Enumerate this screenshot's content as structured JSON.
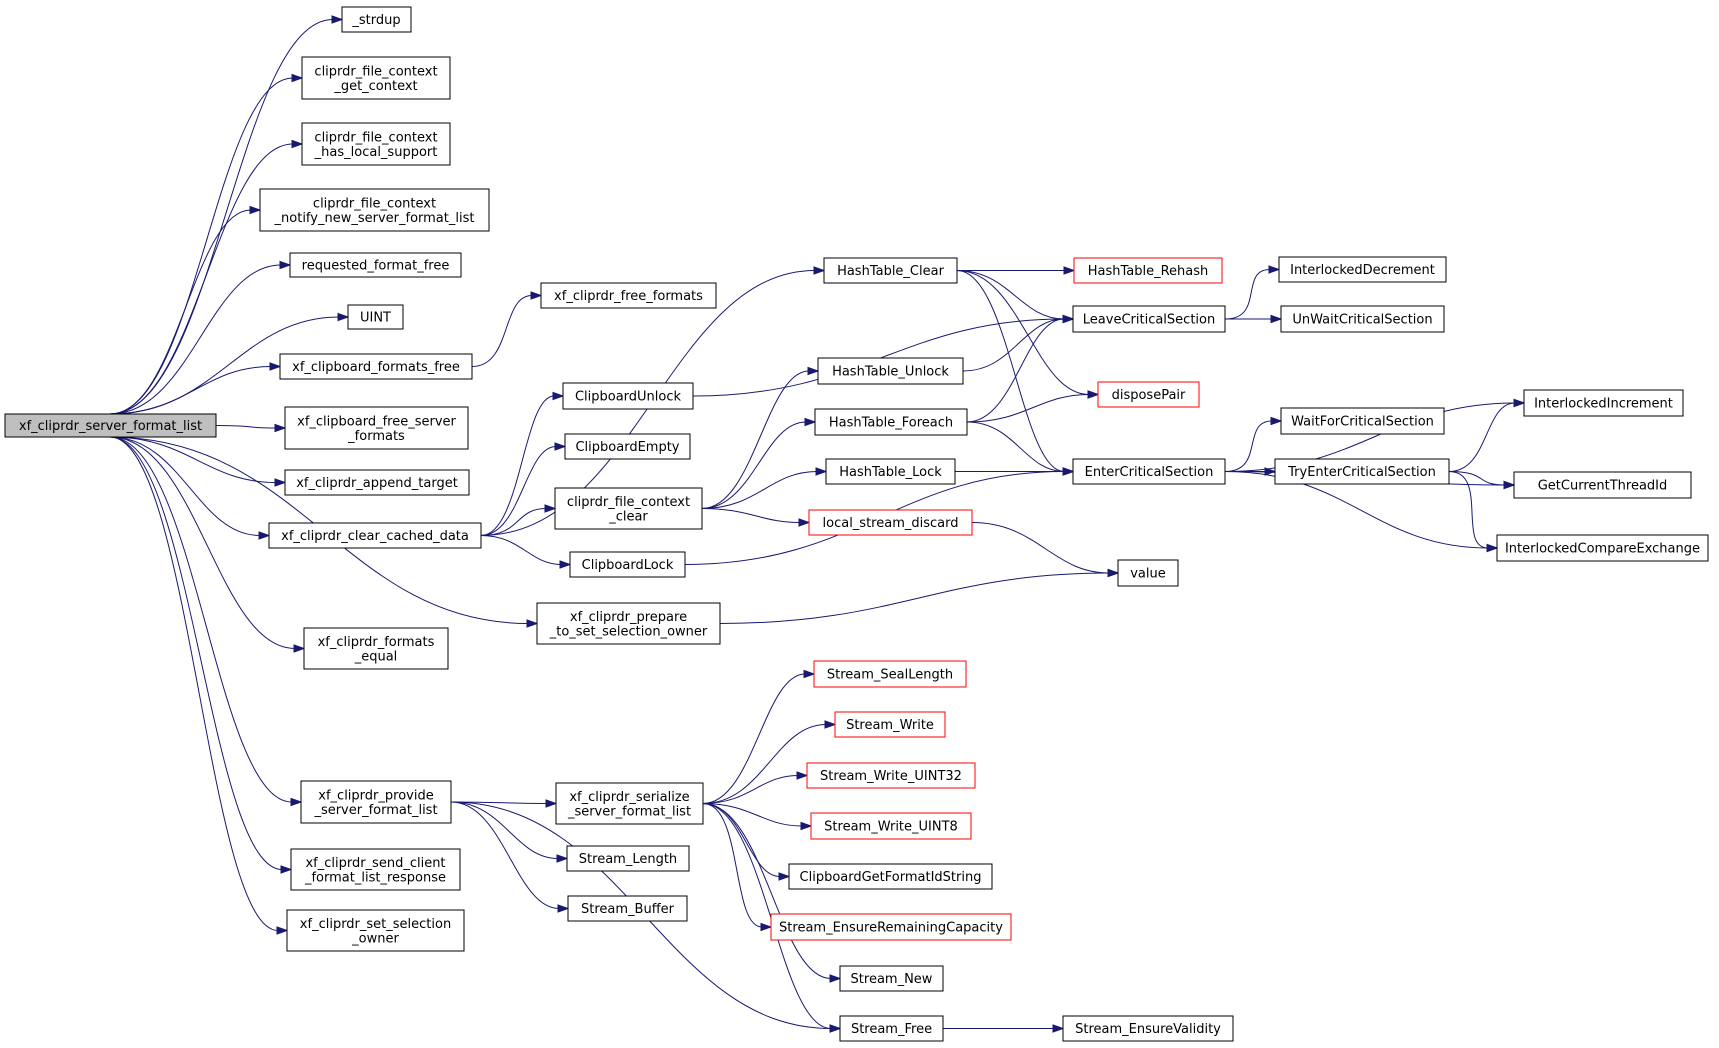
{
  "graph": {
    "edge_color": "#191970",
    "root_fill": "#bfbfbf",
    "truncated_border_color": "#ff0000",
    "nodes": [
      {
        "id": "root",
        "lines": [
          "xf_cliprdr_server_format_list"
        ],
        "style": "root"
      },
      {
        "id": "strdup",
        "lines": [
          "_strdup"
        ],
        "style": "normal"
      },
      {
        "id": "fc_get",
        "lines": [
          "cliprdr_file_context",
          "_get_context"
        ],
        "style": "normal"
      },
      {
        "id": "fc_has",
        "lines": [
          "cliprdr_file_context",
          "_has_local_support"
        ],
        "style": "normal"
      },
      {
        "id": "fc_notify",
        "lines": [
          "cliprdr_file_context",
          "_notify_new_server_format_list"
        ],
        "style": "normal"
      },
      {
        "id": "req_free",
        "lines": [
          "requested_format_free"
        ],
        "style": "normal"
      },
      {
        "id": "uint",
        "lines": [
          "UINT"
        ],
        "style": "normal"
      },
      {
        "id": "cb_formats_free",
        "lines": [
          "xf_clipboard_formats_free"
        ],
        "style": "normal"
      },
      {
        "id": "cb_free_server",
        "lines": [
          "xf_clipboard_free_server",
          "_formats"
        ],
        "style": "normal"
      },
      {
        "id": "append_target",
        "lines": [
          "xf_cliprdr_append_target"
        ],
        "style": "normal"
      },
      {
        "id": "clear_cached",
        "lines": [
          "xf_cliprdr_clear_cached_data"
        ],
        "style": "normal"
      },
      {
        "id": "formats_equal",
        "lines": [
          "xf_cliprdr_formats",
          "_equal"
        ],
        "style": "normal"
      },
      {
        "id": "provide",
        "lines": [
          "xf_cliprdr_provide",
          "_server_format_list"
        ],
        "style": "normal"
      },
      {
        "id": "send_resp",
        "lines": [
          "xf_cliprdr_send_client",
          "_format_list_response"
        ],
        "style": "normal"
      },
      {
        "id": "set_owner",
        "lines": [
          "xf_cliprdr_set_selection",
          "_owner"
        ],
        "style": "normal"
      },
      {
        "id": "free_formats",
        "lines": [
          "xf_cliprdr_free_formats"
        ],
        "style": "normal"
      },
      {
        "id": "cb_unlock",
        "lines": [
          "ClipboardUnlock"
        ],
        "style": "normal"
      },
      {
        "id": "cb_empty",
        "lines": [
          "ClipboardEmpty"
        ],
        "style": "normal"
      },
      {
        "id": "fc_clear",
        "lines": [
          "cliprdr_file_context",
          "_clear"
        ],
        "style": "normal"
      },
      {
        "id": "cb_lock",
        "lines": [
          "ClipboardLock"
        ],
        "style": "normal"
      },
      {
        "id": "prepare",
        "lines": [
          "xf_cliprdr_prepare",
          "_to_set_selection_owner"
        ],
        "style": "normal"
      },
      {
        "id": "serialize",
        "lines": [
          "xf_cliprdr_serialize",
          "_server_format_list"
        ],
        "style": "normal"
      },
      {
        "id": "s_length",
        "lines": [
          "Stream_Length"
        ],
        "style": "normal"
      },
      {
        "id": "s_buffer",
        "lines": [
          "Stream_Buffer"
        ],
        "style": "normal"
      },
      {
        "id": "ht_clear",
        "lines": [
          "HashTable_Clear"
        ],
        "style": "normal"
      },
      {
        "id": "ht_unlock",
        "lines": [
          "HashTable_Unlock"
        ],
        "style": "normal"
      },
      {
        "id": "ht_foreach",
        "lines": [
          "HashTable_Foreach"
        ],
        "style": "normal"
      },
      {
        "id": "ht_lock",
        "lines": [
          "HashTable_Lock"
        ],
        "style": "normal"
      },
      {
        "id": "lsd",
        "lines": [
          "local_stream_discard"
        ],
        "style": "truncated"
      },
      {
        "id": "s_seal",
        "lines": [
          "Stream_SealLength"
        ],
        "style": "truncated"
      },
      {
        "id": "s_write",
        "lines": [
          "Stream_Write"
        ],
        "style": "truncated"
      },
      {
        "id": "s_w32",
        "lines": [
          "Stream_Write_UINT32"
        ],
        "style": "truncated"
      },
      {
        "id": "s_w8",
        "lines": [
          "Stream_Write_UINT8"
        ],
        "style": "truncated"
      },
      {
        "id": "cb_getfmt",
        "lines": [
          "ClipboardGetFormatIdString"
        ],
        "style": "normal"
      },
      {
        "id": "s_ensure_rem",
        "lines": [
          "Stream_EnsureRemainingCapacity"
        ],
        "style": "truncated"
      },
      {
        "id": "s_new",
        "lines": [
          "Stream_New"
        ],
        "style": "normal"
      },
      {
        "id": "s_free",
        "lines": [
          "Stream_Free"
        ],
        "style": "normal"
      },
      {
        "id": "ht_rehash",
        "lines": [
          "HashTable_Rehash"
        ],
        "style": "truncated"
      },
      {
        "id": "leave_cs",
        "lines": [
          "LeaveCriticalSection"
        ],
        "style": "normal"
      },
      {
        "id": "dispose",
        "lines": [
          "disposePair"
        ],
        "style": "truncated"
      },
      {
        "id": "enter_cs",
        "lines": [
          "EnterCriticalSection"
        ],
        "style": "normal"
      },
      {
        "id": "value",
        "lines": [
          "value"
        ],
        "style": "normal"
      },
      {
        "id": "s_ensure_val",
        "lines": [
          "Stream_EnsureValidity"
        ],
        "style": "normal"
      },
      {
        "id": "il_dec",
        "lines": [
          "InterlockedDecrement"
        ],
        "style": "normal"
      },
      {
        "id": "unwait",
        "lines": [
          "UnWaitCriticalSection"
        ],
        "style": "normal"
      },
      {
        "id": "wait_cs",
        "lines": [
          "WaitForCriticalSection"
        ],
        "style": "normal"
      },
      {
        "id": "try_enter",
        "lines": [
          "TryEnterCriticalSection"
        ],
        "style": "normal"
      },
      {
        "id": "il_inc",
        "lines": [
          "InterlockedIncrement"
        ],
        "style": "normal"
      },
      {
        "id": "get_tid",
        "lines": [
          "GetCurrentThreadId"
        ],
        "style": "normal"
      },
      {
        "id": "il_cmpx",
        "lines": [
          "InterlockedCompareExchange"
        ],
        "style": "normal"
      }
    ],
    "edges": [
      [
        "root",
        "strdup"
      ],
      [
        "root",
        "fc_get"
      ],
      [
        "root",
        "fc_has"
      ],
      [
        "root",
        "fc_notify"
      ],
      [
        "root",
        "req_free"
      ],
      [
        "root",
        "uint"
      ],
      [
        "root",
        "cb_formats_free"
      ],
      [
        "root",
        "cb_free_server"
      ],
      [
        "root",
        "append_target"
      ],
      [
        "root",
        "clear_cached"
      ],
      [
        "root",
        "formats_equal"
      ],
      [
        "root",
        "provide"
      ],
      [
        "root",
        "send_resp"
      ],
      [
        "root",
        "set_owner"
      ],
      [
        "root",
        "prepare"
      ],
      [
        "cb_formats_free",
        "free_formats"
      ],
      [
        "clear_cached",
        "ht_clear"
      ],
      [
        "clear_cached",
        "cb_unlock"
      ],
      [
        "clear_cached",
        "cb_empty"
      ],
      [
        "clear_cached",
        "fc_clear"
      ],
      [
        "clear_cached",
        "cb_lock"
      ],
      [
        "provide",
        "serialize"
      ],
      [
        "provide",
        "s_length"
      ],
      [
        "provide",
        "s_buffer"
      ],
      [
        "provide",
        "s_free"
      ],
      [
        "prepare",
        "value"
      ],
      [
        "cb_unlock",
        "leave_cs"
      ],
      [
        "fc_clear",
        "ht_unlock"
      ],
      [
        "fc_clear",
        "ht_foreach"
      ],
      [
        "fc_clear",
        "ht_lock"
      ],
      [
        "fc_clear",
        "lsd"
      ],
      [
        "cb_lock",
        "enter_cs"
      ],
      [
        "serialize",
        "s_seal"
      ],
      [
        "serialize",
        "s_write"
      ],
      [
        "serialize",
        "s_w32"
      ],
      [
        "serialize",
        "s_w8"
      ],
      [
        "serialize",
        "cb_getfmt"
      ],
      [
        "serialize",
        "s_ensure_rem"
      ],
      [
        "serialize",
        "s_new"
      ],
      [
        "serialize",
        "s_free"
      ],
      [
        "ht_clear",
        "ht_rehash"
      ],
      [
        "ht_clear",
        "leave_cs"
      ],
      [
        "ht_clear",
        "dispose"
      ],
      [
        "ht_clear",
        "enter_cs"
      ],
      [
        "ht_unlock",
        "leave_cs"
      ],
      [
        "ht_foreach",
        "leave_cs"
      ],
      [
        "ht_foreach",
        "dispose"
      ],
      [
        "ht_foreach",
        "enter_cs"
      ],
      [
        "ht_lock",
        "enter_cs"
      ],
      [
        "lsd",
        "value"
      ],
      [
        "s_free",
        "s_ensure_val"
      ],
      [
        "leave_cs",
        "il_dec"
      ],
      [
        "leave_cs",
        "unwait"
      ],
      [
        "enter_cs",
        "il_inc"
      ],
      [
        "enter_cs",
        "wait_cs"
      ],
      [
        "enter_cs",
        "try_enter"
      ],
      [
        "enter_cs",
        "get_tid"
      ],
      [
        "enter_cs",
        "il_cmpx"
      ],
      [
        "try_enter",
        "il_inc"
      ],
      [
        "try_enter",
        "get_tid"
      ],
      [
        "try_enter",
        "il_cmpx"
      ]
    ]
  }
}
